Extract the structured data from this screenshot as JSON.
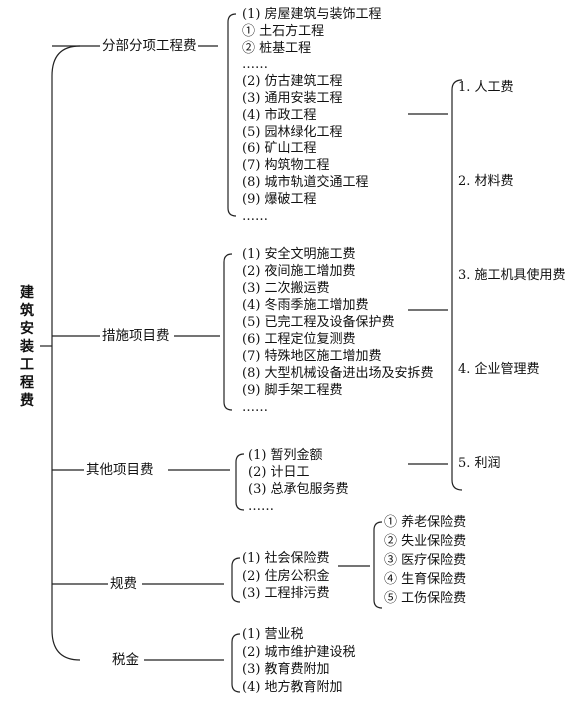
{
  "root": {
    "chars": [
      "建",
      "筑",
      "安",
      "装",
      "工",
      "程",
      "费"
    ]
  },
  "categories": [
    {
      "label": "分部分项工程费",
      "items": [
        "(1) 房屋建筑与装饰工程",
        "① 土石方工程",
        "② 桩基工程",
        "……",
        "(2) 仿古建筑工程",
        "(3) 通用安装工程",
        "(4) 市政工程",
        "(5) 园林绿化工程",
        "(6) 矿山工程",
        "(7) 构筑物工程",
        "(8) 城市轨道交通工程",
        "(9) 爆破工程",
        "……"
      ]
    },
    {
      "label": "措施项目费",
      "items": [
        "(1) 安全文明施工费",
        "(2) 夜间施工增加费",
        "(3) 二次搬运费",
        "(4) 冬雨季施工增加费",
        "(5) 已完工程及设备保护费",
        "(6) 工程定位复测费",
        "(7) 特殊地区施工增加费",
        "(8) 大型机械设备进出场及安拆费",
        "(9) 脚手架工程费",
        "……"
      ]
    },
    {
      "label": "其他项目费",
      "items": [
        "(1) 暂列金额",
        "(2) 计日工",
        "(3) 总承包服务费",
        "……"
      ]
    },
    {
      "label": "规费",
      "items": [
        "(1) 社会保险费",
        "(2) 住房公积金",
        "(3) 工程排污费"
      ]
    },
    {
      "label": "税金",
      "items": [
        "(1) 营业税",
        "(2) 城市维护建设税",
        "(3) 教育费附加",
        "(4) 地方教育附加"
      ]
    }
  ],
  "social_insurance": [
    "① 养老保险费",
    "② 失业保险费",
    "③ 医疗保险费",
    "④ 生育保险费",
    "⑤ 工伤保险费"
  ],
  "components": [
    "1. 人工费",
    "2. 材料费",
    "3. 施工机具使用费",
    "4. 企业管理费",
    "5. 利润"
  ]
}
